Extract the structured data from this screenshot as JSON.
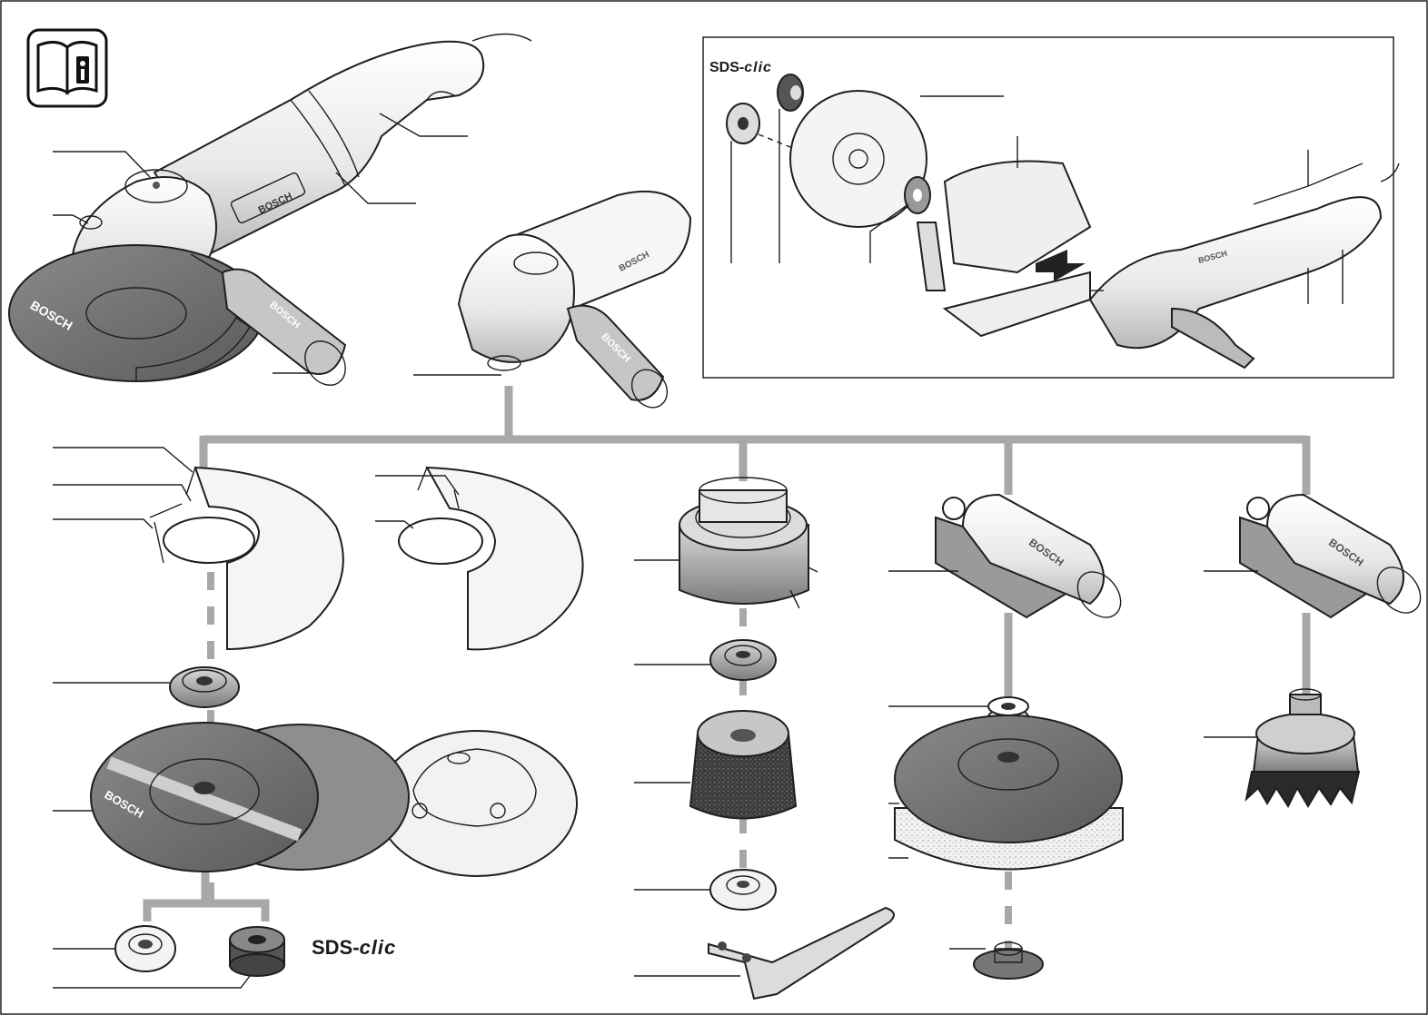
{
  "figure": {
    "sds_clic_top": {
      "prefix": "SDS-",
      "suffix": "clic"
    },
    "sds_clic_bottom": {
      "prefix": "SDS-",
      "suffix": "clic"
    },
    "brand_marks": [
      "BOSCH",
      "BOSCH",
      "BOSCH",
      "BOSCH",
      "BOSCH",
      "BOSCH",
      "BOSCH",
      "BOSCH"
    ]
  },
  "icons": {
    "manual": "read-manual-info-icon"
  },
  "colors": {
    "line": "#1e1e1e",
    "connector": "#a8a8a8",
    "tool_body": "#ececec",
    "metal": "#9a9a9a",
    "dark_abrasive": "#3a3a3a"
  }
}
